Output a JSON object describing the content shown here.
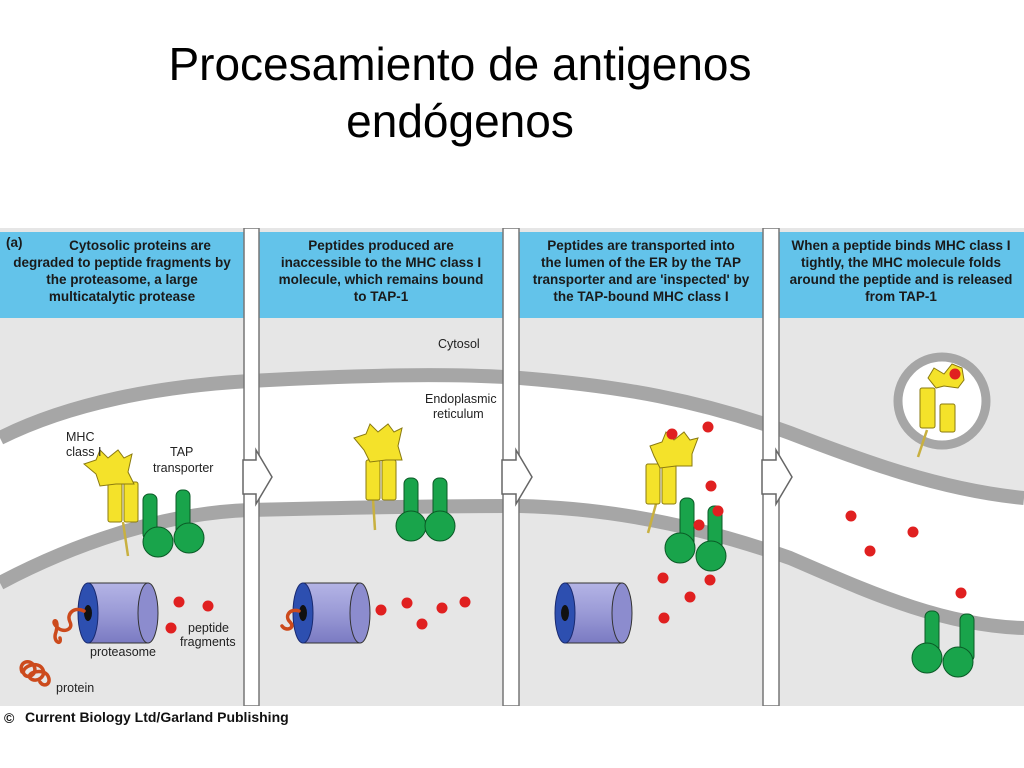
{
  "title": {
    "line1": "Procesamiento de antigenos",
    "line2": "endógenos"
  },
  "figure": {
    "panel_tag": "(a)",
    "panels": [
      {
        "caption": [
          "Cytosolic proteins are",
          "degraded to peptide fragments by",
          "the proteasome, a large",
          "multicatalytic protease"
        ]
      },
      {
        "caption": [
          "Peptides produced are",
          "inaccessible to the MHC class I",
          "molecule, which remains bound",
          "to TAP-1"
        ]
      },
      {
        "caption": [
          "Peptides are transported into",
          "the lumen of the ER by the TAP",
          "transporter and are 'inspected' by",
          "the TAP-bound MHC class I"
        ]
      },
      {
        "caption": [
          "When a peptide binds MHC class I",
          "tightly, the MHC molecule folds",
          "around the peptide and is released",
          "from TAP-1"
        ]
      }
    ],
    "labels": {
      "mhc": [
        "MHC",
        "class I"
      ],
      "tap": [
        "TAP",
        "transporter"
      ],
      "cytosol": "Cytosol",
      "er": [
        "Endoplasmic",
        "reticulum"
      ],
      "proteasome": "proteasome",
      "peptide_fragments": [
        "peptide",
        "fragments"
      ],
      "protein": "protein"
    },
    "copyright": "Current Biology Ltd/Garland Publishing",
    "copyright_symbol": "©",
    "colors": {
      "caption_bg": "#63c3ea",
      "background": "#e6e6e6",
      "membrane": "#a6a6a6",
      "er_lumen": "#ffffff",
      "mhc": "#f4e22a",
      "tap": "#19a44b",
      "peptide": "#e02020",
      "proteasome": "#9a9ad6",
      "protein": "#cc4a1c"
    }
  }
}
